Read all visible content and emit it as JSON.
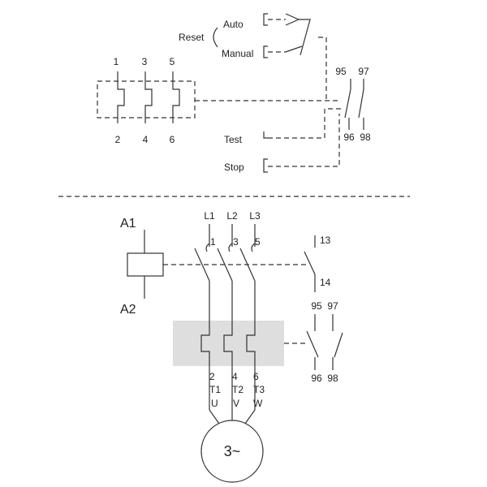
{
  "relay": {
    "reset_label": "Reset",
    "auto_label": "Auto",
    "manual_label": "Manual",
    "test_label": "Test",
    "stop_label": "Stop",
    "terminals_top": [
      "1",
      "3",
      "5"
    ],
    "terminals_bottom": [
      "2",
      "4",
      "6"
    ],
    "contact_top": [
      "95",
      "97"
    ],
    "contact_bottom": [
      "96",
      "98"
    ]
  },
  "circuit": {
    "coil_top": "A1",
    "coil_bottom": "A2",
    "lines": [
      "L1",
      "L2",
      "L3"
    ],
    "pole_numbers": [
      "1",
      "3",
      "5"
    ],
    "aux_top": "13",
    "aux_bottom": "14",
    "relay_top": [
      "95",
      "97"
    ],
    "relay_bottom": [
      "96",
      "98"
    ],
    "out_numbers": [
      "2",
      "4",
      "6"
    ],
    "out_terminals": [
      "T1",
      "T2",
      "T3"
    ],
    "motor_phases": [
      "U",
      "V",
      "W"
    ],
    "motor_label": "3~"
  },
  "colors": {
    "line": "#333333",
    "overload_fill": "#dedede"
  }
}
